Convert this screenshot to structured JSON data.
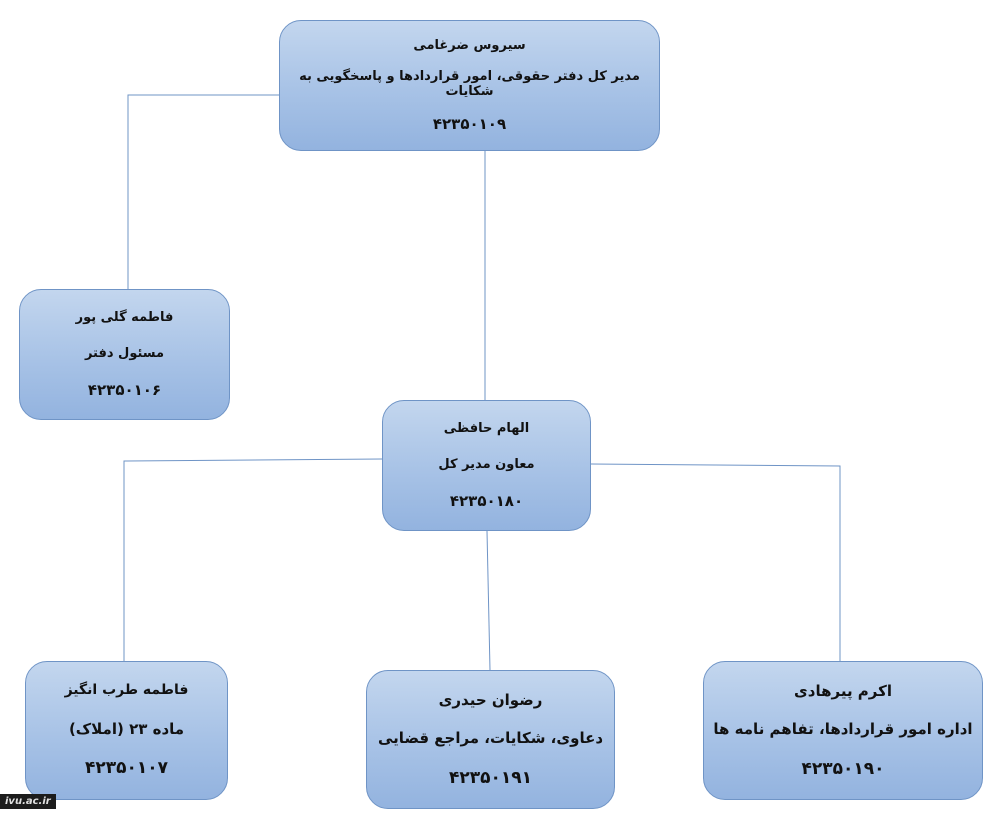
{
  "nodes": [
    {
      "id": "n1",
      "name": "سیروس ضرغامی",
      "title": "مدیر کل دفتر حقوقی، امور قراردادها و پاسخگویی به شکایات",
      "phone": "۴۲۳۵۰۱۰۹"
    },
    {
      "id": "n2",
      "name": "فاطمه گلی پور",
      "title": "مسئول دفتر",
      "phone": "۴۲۳۵۰۱۰۶"
    },
    {
      "id": "n3",
      "name": "الهام حافظی",
      "title": "معاون مدیر کل",
      "phone": "۴۲۳۵۰۱۸۰"
    },
    {
      "id": "n4",
      "name": "فاطمه طرب انگیز",
      "title": "ماده ۲۳ (املاک)",
      "phone": "۴۲۳۵۰۱۰۷"
    },
    {
      "id": "n5",
      "name": "رضوان حیدری",
      "title": "دعاوی،  شکایات،  مراجع قضایی",
      "phone": "۴۲۳۵۰۱۹۱"
    },
    {
      "id": "n6",
      "name": "اکرم پیرهادی",
      "title": "اداره امور قراردادها، تفاهم نامه ها",
      "phone": "۴۲۳۵۰۱۹۰"
    }
  ],
  "edges": [
    {
      "from": "n1",
      "to": "n2"
    },
    {
      "from": "n1",
      "to": "n3"
    },
    {
      "from": "n3",
      "to": "n4"
    },
    {
      "from": "n3",
      "to": "n5"
    },
    {
      "from": "n3",
      "to": "n6"
    }
  ],
  "watermark": "ivu.ac.ir",
  "colors": {
    "box_fill": "#a7c2e6",
    "box_border": "#6f94c6",
    "line": "#6f94c6"
  }
}
